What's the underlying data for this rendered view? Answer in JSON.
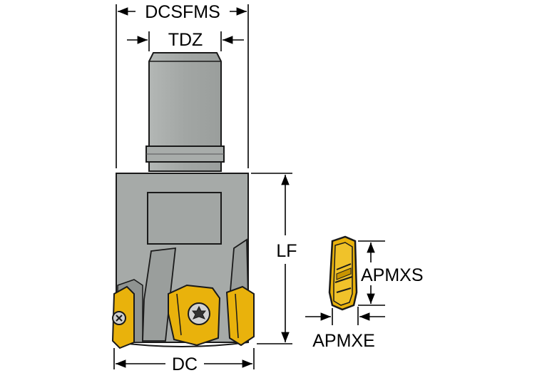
{
  "dimensions": {
    "dcsfms": "DCSFMS",
    "tdz": "TDZ",
    "lf": "LF",
    "dc": "DC",
    "apmxs": "APMXS",
    "apmxe": "APMXE"
  },
  "colors": {
    "body_fill": "#a6aaa8",
    "body_dark": "#8e9290",
    "insert_gold": "#e9b20c",
    "insert_gold_dark": "#c99400",
    "outline": "#1a1a1a",
    "dimension_line": "#000000"
  }
}
